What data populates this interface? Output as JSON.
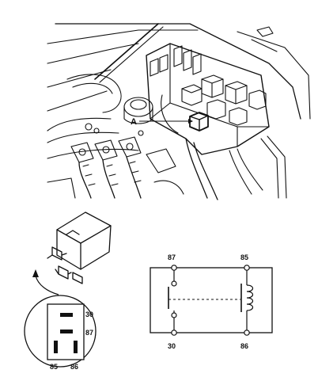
{
  "callout": {
    "label": "A"
  },
  "connector_pins": {
    "pin_30": "30",
    "pin_87": "87",
    "pin_85": "85",
    "pin_86": "86"
  },
  "schematic": {
    "top_left": "87",
    "top_right": "85",
    "bottom_left": "30",
    "bottom_right": "86"
  }
}
